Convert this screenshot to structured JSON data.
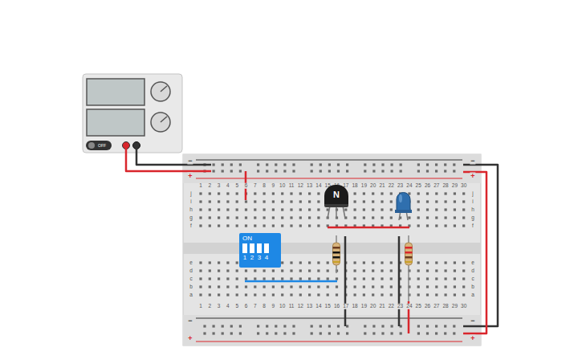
{
  "diagram": {
    "nodes": [
      {
        "text": [
          "ON",
          "1",
          "2",
          "3",
          "4"
        ]
      },
      {
        "text": [
          "N"
        ]
      }
    ],
    "labels": [
      "1",
      "2",
      "3",
      "4",
      "5",
      "6",
      "7",
      "8",
      "9",
      "10",
      "11",
      "12",
      "13",
      "14",
      "15",
      "16",
      "17",
      "18",
      "19",
      "20",
      "21",
      "22",
      "23",
      "24",
      "25",
      "26",
      "27",
      "28",
      "29",
      "30",
      "1",
      "2",
      "3",
      "4",
      "5",
      "6",
      "7",
      "8",
      "9",
      "10",
      "11",
      "12",
      "13",
      "14",
      "15",
      "16",
      "17",
      "18",
      "19",
      "20",
      "21",
      "22",
      "23",
      "24",
      "25",
      "26",
      "27",
      "28",
      "29",
      "30",
      "j",
      "i",
      "h",
      "g",
      "f",
      "e",
      "d",
      "c",
      "b",
      "a",
      "j",
      "i",
      "h",
      "g",
      "f",
      "e",
      "d",
      "c",
      "b",
      "a",
      "−",
      "+",
      "−",
      "+",
      "−",
      "+",
      "−",
      "+",
      "OFF"
    ]
  }
}
